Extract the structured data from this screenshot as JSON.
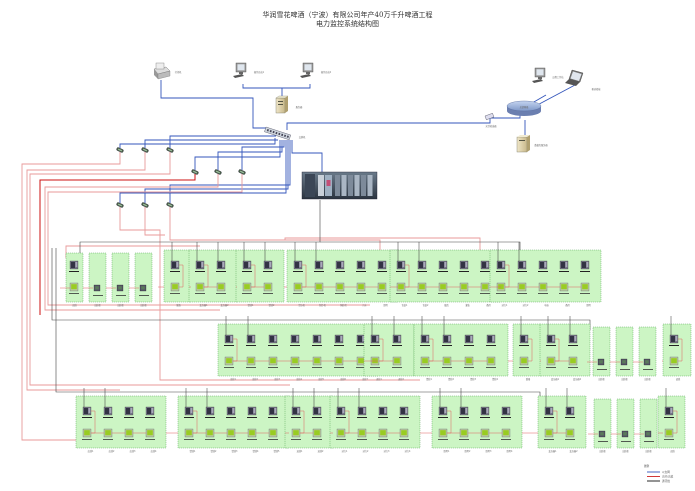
{
  "title": {
    "line1": "华润雪花啤酒（宁波）有限公司年产40万千升啤酒工程",
    "line2": "电力监控系统结构图"
  },
  "colors": {
    "ethernet": "#3355bb",
    "fiber": "#e06060",
    "fiber_dark": "#cc1111",
    "bus": "#222222",
    "panel_fill": "#ccf5c4",
    "panel_border": "#449944",
    "meter_green": "#99cc22",
    "relay_gray": "#556677"
  },
  "top_network": {
    "printer": {
      "label": "打印机"
    },
    "workstations": [
      {
        "label": "操作员站1"
      },
      {
        "label": "操作员站2"
      }
    ],
    "server": {
      "label": "服务器"
    },
    "switch": {
      "label": "交换机"
    },
    "plc": {
      "label": "PLC"
    },
    "remote": {
      "router": {
        "label": "总部网络"
      },
      "converter": {
        "label": "光纤收发器"
      },
      "pc": {
        "label": "远程工作站"
      },
      "laptop": {
        "label": "移动终端"
      },
      "server": {
        "label": "数据库服务器"
      }
    }
  },
  "converters_row1": 3,
  "converters_row2": 3,
  "converters_row3": 3,
  "legend": {
    "title": "图例",
    "items": [
      {
        "label": "以太网",
        "color": "#3355bb"
      },
      {
        "label": "光纤/光缆",
        "color": "#cc2222"
      },
      {
        "label": "通讯线",
        "color": "#111111"
      }
    ]
  },
  "rows": [
    {
      "name": "row-1",
      "groups": [
        {
          "cells": [
            "relay+meter",
            "meter",
            "meter",
            "meter"
          ],
          "separate": true,
          "labels": [
            "进线",
            "出线柜",
            "出线柜",
            "出线柜"
          ]
        },
        {
          "cells": [
            "relay+meter"
          ],
          "labels": [
            "联络"
          ]
        },
        {
          "cells": [
            "relay+meter",
            "relay+meter"
          ],
          "labels": [
            "变压器1",
            "变压器2"
          ]
        },
        {
          "cells": [
            "relay+meter",
            "relay+meter"
          ],
          "labels": [
            "馈线1",
            "馈线2"
          ]
        },
        {
          "cells": [
            "relay+meter",
            "relay+meter",
            "relay+meter",
            "relay+meter",
            "relay+meter"
          ],
          "labels": [
            "空压机",
            "制冷机",
            "锅炉房",
            "污水",
            "照明"
          ]
        },
        {
          "cells": [
            "relay+meter",
            "relay+meter",
            "relay+meter",
            "relay+meter",
            "relay+meter"
          ],
          "labels": [
            "包装1",
            "包装2",
            "酿造",
            "灌装",
            "备用"
          ]
        },
        {
          "cells": [
            "relay+meter",
            "relay+meter",
            "relay+meter",
            "relay+meter",
            "relay+meter"
          ],
          "labels": [
            "动力1",
            "动力2",
            "电容",
            "备用",
            "照明"
          ]
        }
      ]
    },
    {
      "name": "row-2",
      "groups": [
        {
          "cells": [
            "relay+meter",
            "relay+meter",
            "relay+meter",
            "relay+meter",
            "relay+meter",
            "relay+meter",
            "relay+meter"
          ],
          "labels": [
            "出线1",
            "出线2",
            "出线3",
            "出线4",
            "出线5",
            "出线6",
            "出线7"
          ]
        },
        {
          "cells": [
            "relay+meter",
            "relay+meter"
          ],
          "labels": [
            "进线1",
            "进线2"
          ]
        },
        {
          "cells": [
            "relay+meter",
            "relay+meter",
            "relay+meter",
            "relay+meter"
          ],
          "labels": [
            "馈线1",
            "馈线2",
            "馈线3",
            "馈线4"
          ]
        },
        {
          "cells": [
            "relay+meter"
          ],
          "labels": [
            "联络"
          ]
        },
        {
          "cells": [
            "relay+meter",
            "relay+meter"
          ],
          "labels": [
            "变压器1",
            "变压器2"
          ]
        },
        {
          "cells": [
            "meter",
            "meter",
            "meter"
          ],
          "separate": true,
          "labels": [
            "出线柜",
            "出线柜",
            "出线柜"
          ]
        },
        {
          "cells": [
            "relay+meter"
          ],
          "labels": [
            "进线"
          ]
        }
      ]
    },
    {
      "name": "row-3",
      "groups": [
        {
          "cells": [
            "relay+meter",
            "relay+meter",
            "relay+meter",
            "relay+meter"
          ],
          "labels": [
            "出线1",
            "出线2",
            "出线3",
            "出线4"
          ]
        },
        {
          "cells": [
            "relay+meter",
            "relay+meter",
            "relay+meter",
            "relay+meter",
            "relay+meter"
          ],
          "labels": [
            "馈线1",
            "馈线2",
            "馈线3",
            "馈线4",
            "馈线5"
          ]
        },
        {
          "cells": [
            "relay+meter",
            "relay+meter"
          ],
          "labels": [
            "进线1",
            "进线2"
          ]
        },
        {
          "cells": [
            "relay+meter",
            "relay+meter",
            "relay+meter",
            "relay+meter"
          ],
          "labels": [
            "动力1",
            "动力2",
            "动力3",
            "动力4"
          ]
        },
        {
          "cells": [
            "relay+meter",
            "relay+meter",
            "relay+meter",
            "relay+meter"
          ],
          "labels": [
            "照明1",
            "照明2",
            "照明3",
            "照明4"
          ]
        },
        {
          "cells": [
            "relay+meter",
            "relay+meter"
          ],
          "labels": [
            "变压器1",
            "变压器2"
          ]
        },
        {
          "cells": [
            "meter",
            "meter",
            "meter"
          ],
          "separate": true,
          "labels": [
            "出线柜",
            "出线柜",
            "出线柜"
          ]
        },
        {
          "cells": [
            "relay+meter"
          ],
          "labels": [
            "进线"
          ]
        }
      ]
    }
  ]
}
